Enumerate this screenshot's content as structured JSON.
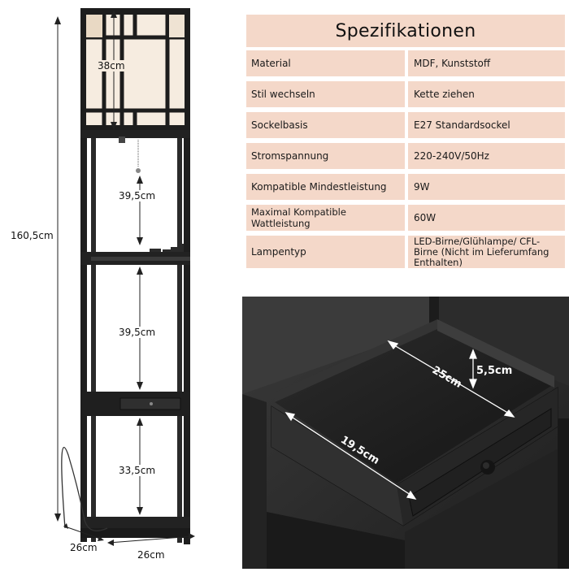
{
  "dimensions": {
    "total_height": "160,5cm",
    "lamp_height": "38cm",
    "shelf_1": "39,5cm",
    "shelf_2": "39,5cm",
    "shelf_3": "33,5cm",
    "depth": "26cm",
    "width": "26cm"
  },
  "spec": {
    "title": "Spezifikationen",
    "rows": [
      {
        "label": "Material",
        "value": "MDF, Kunststoff"
      },
      {
        "label": "Stil wechseln",
        "value": "Kette ziehen"
      },
      {
        "label": "Sockelbasis",
        "value": "E27 Standardsockel"
      },
      {
        "label": "Stromspannung",
        "value": "220-240V/50Hz"
      },
      {
        "label": "Kompatible Mindestleistung",
        "value": "9W"
      },
      {
        "label": "Maximal Kompatible Wattleistung",
        "value": "60W"
      },
      {
        "label": "Lampentyp",
        "value": "LED-Birne/Glühlampe/ CFL-Birne (Nicht im Lieferumfang Enthalten)"
      }
    ]
  },
  "drawer": {
    "length": "25cm",
    "height": "5,5cm",
    "width": "19,5cm"
  }
}
